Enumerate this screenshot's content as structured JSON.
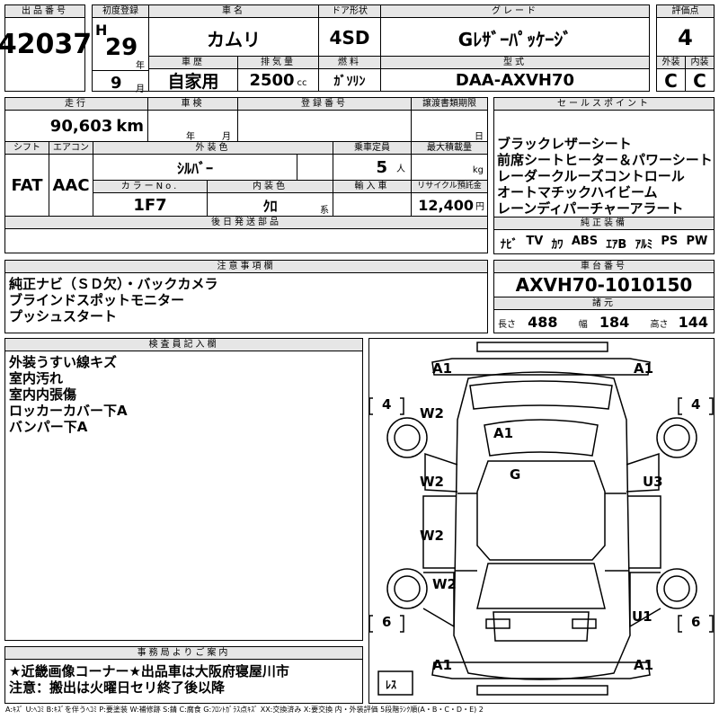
{
  "header": {
    "lot_label": "出品番号",
    "lot_number": "42037",
    "first_reg_label": "初度登録",
    "era": "H",
    "year": "29",
    "year_unit": "年",
    "month": "9",
    "month_unit": "月",
    "car_name_label": "車名",
    "car_name": "カムリ",
    "door_label": "ドア形状",
    "door": "4SD",
    "grade_label": "グレード",
    "grade": "Gﾚｻﾞｰﾊﾟｯｹｰｼﾞ",
    "score_label": "評価点",
    "score": "4",
    "history_label": "車歴",
    "history": "自家用",
    "displacement_label": "排気量",
    "displacement": "2500",
    "displacement_unit": "cc",
    "fuel_label": "燃料",
    "fuel": "ｶﾞｿﾘﾝ",
    "model_label": "型式",
    "model": "DAA-AXVH70",
    "ext_label": "外装",
    "ext": "C",
    "int_label": "内装",
    "int": "C"
  },
  "row2": {
    "mileage_label": "走行",
    "mileage": "90,603",
    "mileage_unit": "km",
    "inspection_label": "車検",
    "insp_year_unit": "年",
    "insp_month_unit": "月",
    "reg_label": "登録番号",
    "doc_label": "譲渡書類期限",
    "doc_unit": "日",
    "shift_label": "シフト",
    "shift": "FAT",
    "ac_label": "エアコン",
    "ac": "AAC",
    "color_label": "外装色",
    "color": "ｼﾙﾊﾞｰ",
    "capacity_label": "乗車定員",
    "capacity": "5",
    "capacity_unit": "人",
    "load_label": "最大積載量",
    "load_unit": "kg",
    "color_no_label": "カラーNo.",
    "color_no": "1F7",
    "interior_color_label": "内装色",
    "interior_color": "ｸﾛ",
    "interior_unit": "系",
    "import_label": "輸入車",
    "recycle_label": "リサイクル預託金",
    "recycle": "12,400",
    "recycle_unit": "円",
    "later_parts_label": "後日発送部品"
  },
  "sales": {
    "title": "セールスポイント",
    "items": [
      "ブラックレザーシート",
      "前席シートヒーター＆パワーシート",
      "レーダークルーズコントロール",
      "オートマチックハイビーム",
      "レーンディパーチャーアラート"
    ],
    "equip_title": "純正装備",
    "equip": [
      "ﾅﾋﾞ",
      "TV",
      "ｶﾜ",
      "ABS",
      "ｴｱB",
      "ｱﾙﾐ",
      "PS",
      "PW"
    ]
  },
  "notes": {
    "title": "注意事項欄",
    "items": [
      "純正ナビ（ＳＤ欠）・バックカメラ",
      "ブラインドスポットモニター",
      "プッシュスタート"
    ]
  },
  "chassis": {
    "title": "車台番号",
    "number": "AXVH70-1010150",
    "spec_title": "諸元",
    "length_label": "長さ",
    "length": "488",
    "width_label": "幅",
    "width": "184",
    "height_label": "高さ",
    "height": "144"
  },
  "inspector": {
    "title": "検査員記入欄",
    "items": [
      "外装うすい線キズ",
      "室内汚れ",
      "室内内張傷",
      "ロッカーカバー下A",
      "バンパー下A"
    ]
  },
  "diagram": {
    "marks": {
      "front_left": "A1",
      "front_right": "A1",
      "tire_fl": "4",
      "tire_fr": "4",
      "tire_rl": "6",
      "tire_rr": "6",
      "left_front_door": "W2",
      "hood": "A1",
      "roof": "G",
      "left_door_front": "W2",
      "right_front_door": "U3",
      "left_door_rear": "W2",
      "left_rear": "W2",
      "right_rear": "U1",
      "rear_left": "A1",
      "rear_right": "A1",
      "spare": "ﾚｽ"
    }
  },
  "office": {
    "title": "事務局よりご案内",
    "items": [
      "★近畿画像コーナー★出品車は大阪府寝屋川市",
      "注意：搬出は火曜日セリ終了後以降"
    ]
  },
  "legend": "A:ｷｽﾞ U:ﾍｺﾐ B:ｷｽﾞを伴うﾍｺﾐ P:要塗装 W:補修跡 S:錆 C:腐食 G:ﾌﾛﾝﾄｶﾞﾗｽ点ｷｽﾞ XX:交換済み X:要交換 内・外装評価 5段階ﾗﾝｸ順(A・B・C・D・E) 2"
}
